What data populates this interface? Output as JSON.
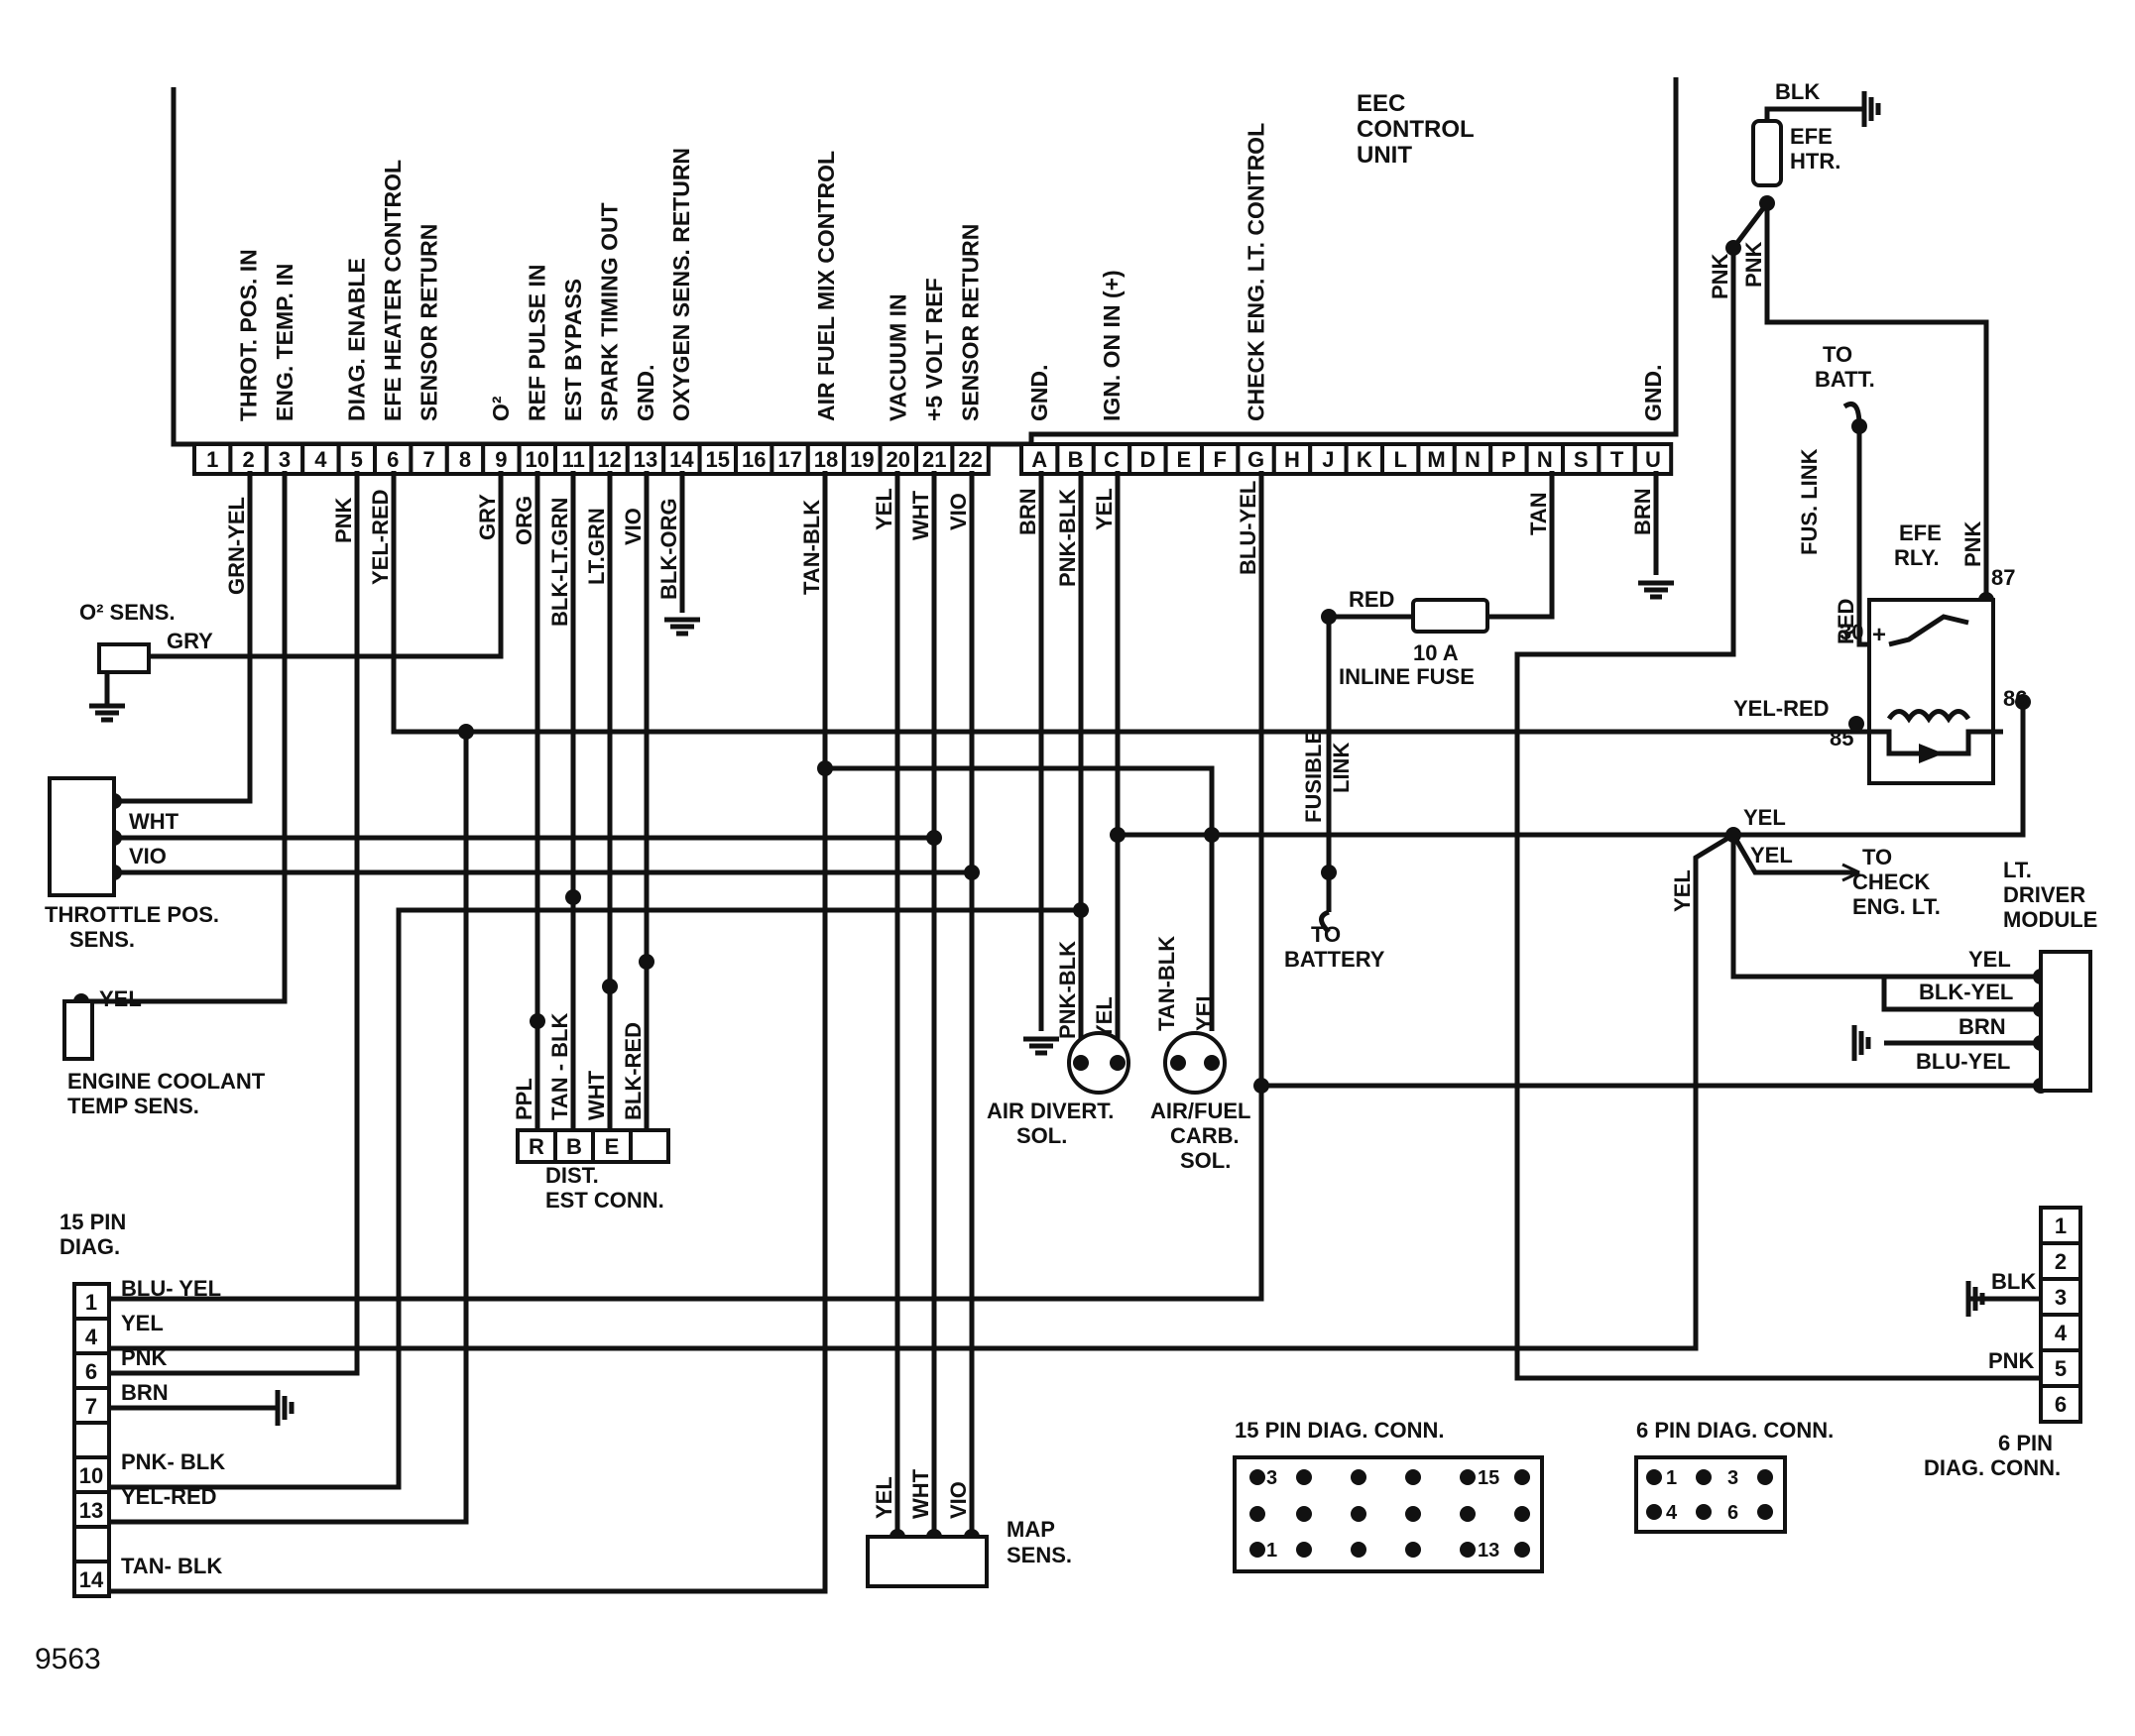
{
  "ecu": {
    "title": [
      "EEC",
      "CONTROL",
      "UNIT"
    ],
    "functions_left": [
      {
        "pin": "2",
        "text": "THROT. POS. IN"
      },
      {
        "pin": "3",
        "text": "ENG. TEMP. IN"
      },
      {
        "pin": "5",
        "text": "DIAG. ENABLE"
      },
      {
        "pin": "6",
        "text": "EFE HEATER CONTROL"
      },
      {
        "pin": "7",
        "text": "SENSOR RETURN"
      },
      {
        "pin": "9",
        "text": "O²"
      },
      {
        "pin": "10",
        "text": "REF PULSE IN"
      },
      {
        "pin": "11",
        "text": "EST BYPASS"
      },
      {
        "pin": "12",
        "text": "SPARK TIMING OUT"
      },
      {
        "pin": "13",
        "text": "GND."
      },
      {
        "pin": "14",
        "text": "OXYGEN SENS. RETURN"
      },
      {
        "pin": "18",
        "text": "AIR FUEL MIX CONTROL"
      },
      {
        "pin": "20",
        "text": "VACUUM IN"
      },
      {
        "pin": "21",
        "text": "+5 VOLT REF"
      },
      {
        "pin": "22",
        "text": "SENSOR RETURN"
      }
    ],
    "functions_right": [
      {
        "pin": "A",
        "text": "GND."
      },
      {
        "pin": "C",
        "text": "IGN. ON IN (+)"
      },
      {
        "pin": "G",
        "text": "CHECK ENG. LT. CONTROL"
      },
      {
        "pin": "U",
        "text": "GND."
      }
    ],
    "pins_numeric": [
      "1",
      "2",
      "3",
      "4",
      "5",
      "6",
      "7",
      "8",
      "9",
      "10",
      "11",
      "12",
      "13",
      "14",
      "15",
      "16",
      "17",
      "18",
      "19",
      "20",
      "21",
      "22"
    ],
    "pins_alpha": [
      "A",
      "B",
      "C",
      "D",
      "E",
      "F",
      "G",
      "H",
      "J",
      "K",
      "L",
      "M",
      "N",
      "P",
      "N",
      "S",
      "T",
      "U"
    ]
  },
  "wire_labels": {
    "grn_yel": "GRN-YEL",
    "pnk": "PNK",
    "yel_red": "YEL-RED",
    "gry": "GRY",
    "org": "ORG",
    "blk_lt_grn": "BLK-LT.GRN",
    "lt_grn": "LT.GRN",
    "vio": "VIO",
    "blk_org": "BLK-ORG",
    "tan_blk": "TAN-BLK",
    "yel": "YEL",
    "wht": "WHT",
    "brn": "BRN",
    "pnk_blk": "PNK-BLK",
    "blu_yel": "BLU-YEL",
    "tan": "TAN",
    "red": "RED",
    "blk": "BLK",
    "ppl": "PPL",
    "tan_blk_s": "TAN - BLK",
    "blk_red": "BLK-RED",
    "blk_yel": "BLK-YEL"
  },
  "components": {
    "o2_sens": "O² SENS.",
    "throttle": [
      "THROTTLE POS.",
      "SENS."
    ],
    "coolant": [
      "ENGINE COOLANT",
      "TEMP SENS."
    ],
    "dist": [
      "DIST.",
      "EST CONN."
    ],
    "dist_pins": [
      "R",
      "B",
      "E",
      ""
    ],
    "air_divert": [
      "AIR DIVERT.",
      "SOL."
    ],
    "air_fuel": [
      "AIR/FUEL",
      "CARB.",
      "SOL."
    ],
    "map": [
      "MAP",
      "SENS."
    ],
    "efe_htr": [
      "EFE",
      "HTR."
    ],
    "efe_rly": [
      "EFE",
      "RLY."
    ],
    "to_batt": [
      "TO",
      "BATT."
    ],
    "fus_link": "FUS. LINK",
    "fusible_link": [
      "FUSIBLE",
      "LINK"
    ],
    "fuse": [
      "10 A",
      "INLINE  FUSE"
    ],
    "to_battery": [
      "TO",
      "BATTERY"
    ],
    "to_check": [
      "TO",
      "CHECK",
      "ENG. LT."
    ],
    "lt_driver": [
      "LT.",
      "DRIVER",
      "MODULE"
    ],
    "relay_pins": [
      "30",
      "87",
      "85",
      "86"
    ],
    "diag15_title": [
      "15 PIN",
      "DIAG."
    ],
    "diag15_pins": [
      "1",
      "4",
      "6",
      "7",
      "",
      "10",
      "13",
      "",
      "14"
    ],
    "diag15_wires": [
      "BLU- YEL",
      "YEL",
      "PNK",
      "BRN",
      "",
      "PNK- BLK",
      "YEL-RED",
      "",
      "TAN- BLK"
    ],
    "diag6_pins": [
      "1",
      "2",
      "3",
      "4",
      "5",
      "6"
    ],
    "diag6_title": [
      "6 PIN",
      "DIAG. CONN."
    ],
    "conn15_title": "15  PIN  DIAG.  CONN.",
    "conn15_labels": [
      "3",
      "15",
      "1",
      "13"
    ],
    "conn6_title": "6  PIN  DIAG. CONN.",
    "conn6_labels": [
      "1",
      "3",
      "4",
      "6"
    ]
  },
  "figure_number": "9563"
}
